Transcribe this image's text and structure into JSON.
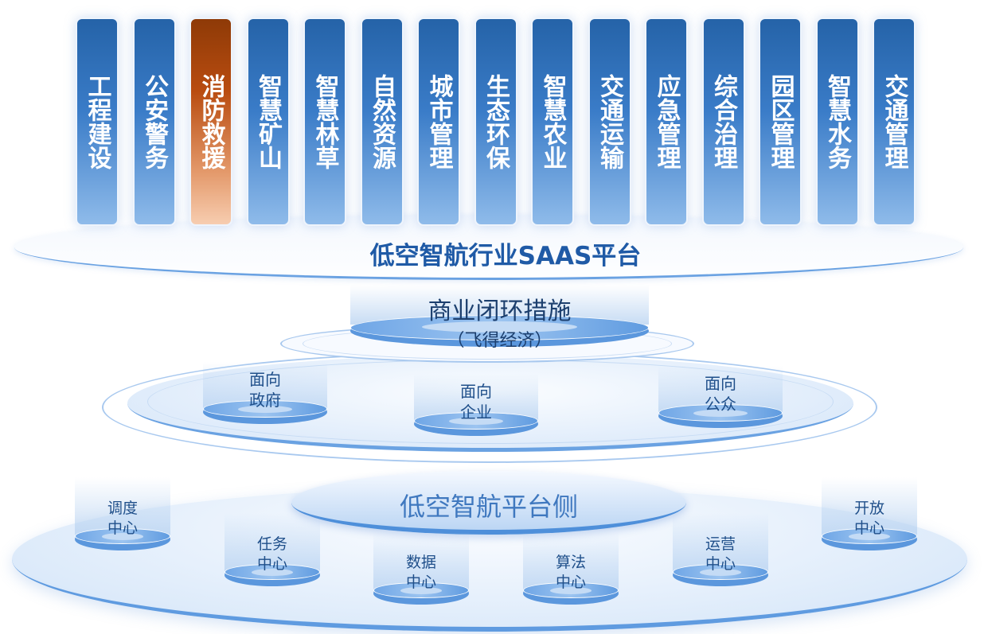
{
  "industries": [
    {
      "label": "工程建设",
      "active": false
    },
    {
      "label": "公安警务",
      "active": false
    },
    {
      "label": "消防救援",
      "active": true
    },
    {
      "label": "智慧矿山",
      "active": false
    },
    {
      "label": "智慧林草",
      "active": false
    },
    {
      "label": "自然资源",
      "active": false
    },
    {
      "label": "城市管理",
      "active": false
    },
    {
      "label": "生态环保",
      "active": false
    },
    {
      "label": "智慧农业",
      "active": false
    },
    {
      "label": "交通运输",
      "active": false
    },
    {
      "label": "应急管理",
      "active": false
    },
    {
      "label": "综合治理",
      "active": false
    },
    {
      "label": "园区管理",
      "active": false
    },
    {
      "label": "智慧水务",
      "active": false
    },
    {
      "label": "交通管理",
      "active": false
    }
  ],
  "saas_platform": {
    "title": "低空智航行业SAAS平台"
  },
  "business_loop": {
    "title": "商业闭环措施",
    "subtitle": "（飞得经济）"
  },
  "audiences": [
    {
      "line1": "面向",
      "line2": "政府"
    },
    {
      "line1": "面向",
      "line2": "企业"
    },
    {
      "line1": "面向",
      "line2": "公众"
    }
  ],
  "platform_side": {
    "title": "低空智航平台侧"
  },
  "centers": [
    {
      "line1": "调度",
      "line2": "中心"
    },
    {
      "line1": "任务",
      "line2": "中心"
    },
    {
      "line1": "数据",
      "line2": "中心"
    },
    {
      "line1": "算法",
      "line2": "中心"
    },
    {
      "line1": "运营",
      "line2": "中心"
    },
    {
      "line1": "开放",
      "line2": "中心"
    }
  ],
  "colors": {
    "pillar_blue": "#2563a8",
    "pillar_active": "#b94c10",
    "title_blue": "#1f5aa6"
  }
}
